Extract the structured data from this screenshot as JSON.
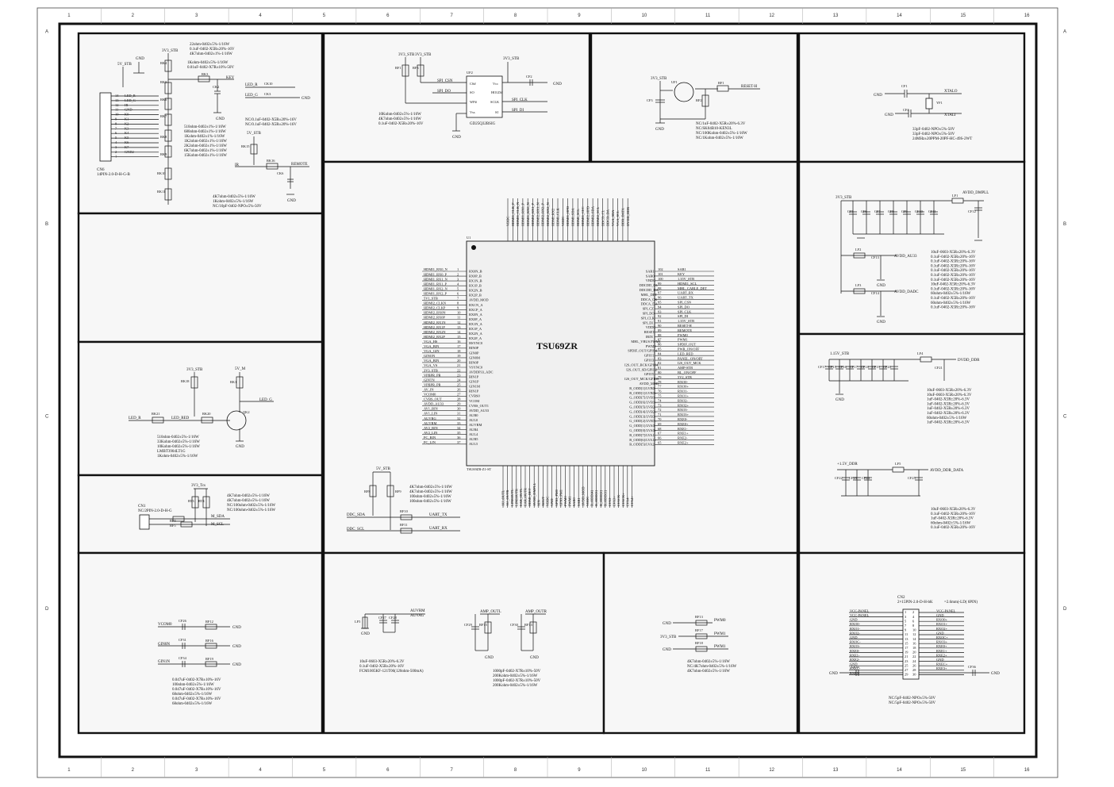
{
  "grid": {
    "columns": [
      "1",
      "2",
      "3",
      "4",
      "5",
      "6",
      "7",
      "8",
      "9",
      "10",
      "11",
      "12",
      "13",
      "14",
      "15",
      "16"
    ],
    "rows": [
      "A",
      "B",
      "C",
      "D"
    ]
  },
  "chip": {
    "name": "TSU69ZR",
    "ref": "U1",
    "part": "TSU69ZR-Z1-ST",
    "left_pins": [
      "HDMI1_RX0_N",
      "HDMI1_RX0_P",
      "HDMI1_RX1_N",
      "HDMI1_RX1_P",
      "HDMI1_RX2_N",
      "HDMI1_RX2_P",
      "5V1_STB",
      "HDMI2_CLKN",
      "HDMI2_CLKP",
      "HDMI2_RX0N",
      "HDMI2_RX0P",
      "HDMI2_RX1N",
      "HDMI2_RX1P",
      "HDMI2_RX2N",
      "HDMI2_RX2P",
      "VGA_HS",
      "VGA_BIN",
      "VGA_GIN",
      "GINON",
      "VGA_BIN",
      "VGA_VS",
      "3V3_STB",
      "VPBPR_PR",
      "GINTN",
      "VPBPR_PR",
      "AV_IN",
      "VCOM0",
      "CVBS_OUT",
      "AVDD_AU33",
      "AV1_RIN",
      "AV1_LIN",
      "AUVRG",
      "AUVRM",
      "AV2_RIN",
      "AV2_LIN",
      "PC_RIN",
      "PC_LIN"
    ],
    "left_nums": [
      "1",
      "2",
      "3",
      "4",
      "5",
      "6",
      "7",
      "8",
      "9",
      "10",
      "11",
      "12",
      "13",
      "14",
      "15",
      "16",
      "17",
      "18",
      "19",
      "20",
      "21",
      "22",
      "23",
      "24",
      "25",
      "26",
      "27",
      "28",
      "29",
      "30",
      "31",
      "32",
      "33",
      "34",
      "35",
      "36",
      "37"
    ],
    "left_inner": [
      "RX0N_B",
      "RX0P_B",
      "RX1N_B",
      "RX1P_B",
      "RX2N_B",
      "RX2P_B",
      "AVDD_MOD",
      "RXCN_A",
      "RXCP_A",
      "RX0N_A",
      "RX0P_A",
      "RX1N_A",
      "RX1P_A",
      "RX2N_A",
      "RX2P_A",
      "HSYNC0",
      "BIN0P",
      "GIN0P",
      "GIN0M",
      "RIN0P",
      "VSYNC0",
      "AVDDP33_ADC",
      "BIN1P",
      "GIN1P",
      "GIN1M",
      "RIN1P",
      "CVBS0",
      "VCOM",
      "CVBS_OUT1",
      "AVDD_AU33",
      "AUR0",
      "AUL0",
      "AUVRM",
      "AUR4",
      "AUL4",
      "AUR5",
      "AUL5"
    ],
    "right_pins": [
      "SAR1",
      "KEY",
      "1.35V_STB",
      "HDMI1_SCL",
      "MHL_CABLE_DET",
      "UART_RX",
      "UART_TX",
      "SPI_CSN",
      "SPI_DO",
      "SPI_CLK",
      "SPI_DI",
      "1.35V_STB",
      "RESET-H",
      "REMOTE",
      "PWM0",
      "PWM1",
      "SPDIF_OUT",
      "PWR_ON/OFF",
      "LED_RED",
      "PANEL_ON/OFF",
      "I2S_OUT_MCK",
      "AMP-STB",
      "BL_ON/OFF",
      "5V2_STB",
      "RXO0-",
      "RXO0+",
      "RXO1-",
      "RXO1+",
      "RXO2-",
      "RXO2+",
      "RXO3-",
      "RXO3+",
      "RXE0-",
      "RXE0+",
      "RXE1-",
      "RXE1+",
      "RXE2-",
      "RXE2+"
    ],
    "right_nums": [
      "102",
      "101",
      "100",
      "99",
      "98",
      "97",
      "96",
      "95",
      "94",
      "93",
      "92",
      "91",
      "90",
      "89",
      "88",
      "87",
      "86",
      "85",
      "84",
      "83",
      "82",
      "81",
      "80",
      "79",
      "78",
      "77",
      "76",
      "75",
      "74",
      "73",
      "72",
      "71",
      "70",
      "69",
      "68",
      "67",
      "66",
      "65"
    ],
    "right_inner": [
      "SAR1",
      "SAR0",
      "VBDC",
      "DDCDD_CL",
      "DDCDD_DA",
      "MHL_DET",
      "DDCA_CK",
      "DDCA_DA",
      "SPI_CZ",
      "SPI_DO",
      "SPI_CLK",
      "SPI_DI",
      "VDDC",
      "RESET",
      "IRIN",
      "MHL_VBUS PWM1",
      "PWM0",
      "SPDIF_OUT/GPIO4",
      "GPIO1",
      "GPIO3",
      "I2S_OUT_BCK/GPIO4",
      "I2S_OUT_SD/GPIO2",
      "GPIO5",
      "I2S_OUT_MCK/GPIO5",
      "AVDD_MOD",
      "R_ODD[1]/LVB0-",
      "R_ODD[1]/LVB0+",
      "G_ODD[7]/LVB1-",
      "G_ODD[6]/LVB1+",
      "G_ODD[5]/LVB2-",
      "G_ODD[4]/LVB2+",
      "G_ODD[3]/LVB3-",
      "G_ODD[2]/LVB3+",
      "G_ODD[1]/LVA0-",
      "G_ODD[0]/LVA0+",
      "B_ODD[7]/LVA1-",
      "B_ODD[6]/LVA1+",
      "B_ODD[5]/LVA2-"
    ],
    "top_pins": [
      "VDDC",
      "HDMI1_CLK_P",
      "HDMI1_CLK_N",
      "HDMI1_RX0_P",
      "HDMI1_RX0_N",
      "HDMI2_RX1_P",
      "HDMI2_RX1_N",
      "HDMI2_RX2_P",
      "HDMI2_RX2_N",
      "HDMI_RX2",
      "HDMI_CLK",
      "VDDC",
      "HDMI1_HPD",
      "HDMI_SDA",
      "HDMI_SCL",
      "HDMI1_CEC",
      "HDMI2_HPD",
      "HDMI2_SDA",
      "HDMI2_SCL",
      "DDCD_CL",
      "DDCD_DA",
      "VGA_SDA",
      "VGA_SCL",
      "DDR_DATA",
      "DVDD_DDR"
    ],
    "bottom_pins": [
      "AU_OUTL",
      "AU_OUTR",
      "LINEOUTL",
      "LINEOUTR",
      "EAR_OUTL",
      "EAR_OUTR",
      "HDMI_DET",
      "AVDD_DMPLL",
      "XIN",
      "XOUT",
      "VDDC",
      "GND",
      "GPIO_PM0",
      "GPIO_PM1",
      "PWM0",
      "PWM1",
      "SAR0",
      "SAR1",
      "AVDD_MOD",
      "VDDC",
      "B_ODD[4]",
      "B_ODD[3]",
      "B_ODD[2]",
      "B_ODD[1]",
      "LVA3-",
      "LVA3+",
      "LVACK-",
      "LVACK+",
      "LVA4-",
      "LVA4+"
    ]
  },
  "key_block": {
    "power": "3V3_STB",
    "power2": "5V_STB",
    "net_key": "KEY",
    "net_ir": "IR",
    "net_remote": "REMOTE",
    "net_led_r": "LED_R",
    "net_led_g": "LED_G",
    "connector": "CN6",
    "connector_part": "14PIN-2.0-D-H-G-B",
    "pins": [
      "14",
      "13",
      "12",
      "11",
      "10",
      "9",
      "8",
      "7",
      "6",
      "5",
      "4",
      "3",
      "2",
      "1"
    ],
    "pin_names": [
      "LED_R",
      "LED_G",
      "IR",
      "GND",
      "K0",
      "K1",
      "K2",
      "K3",
      "K4",
      "K5",
      "K6",
      "K7",
      "GND2",
      ""
    ],
    "notes": [
      "22ohm-0402±5%-1/16W",
      "0.1uF-0402-X5R±20%-16V",
      "4K7ohm-0402±1%-1/16W",
      "1Kohm-0402±5%-1/16W",
      "0.01uF-0402-X7R±10%-50V",
      "510ohm-0402±1%-1/16W",
      "680ohm-0402±1%-1/16W",
      "1Kohm-0402±1%-1/16W",
      "1K2ohm-0402±1%-1/16W",
      "2K2ohm-0402±1%-1/16W",
      "6K7ohm-0402±1%-1/16W",
      "15Kohm-0402±1%-1/16W",
      "4K7ohm-0402±5%-1/16W",
      "1Kohm-0402±5%-1/16W",
      "NC/10pF-0402-NPO±5%-50V",
      "NC/0.1uF-0402-X5R±20%-16V",
      "NC/0.1uF-0402-X5R±20%-16V"
    ],
    "refs": [
      "RK4",
      "RK1",
      "CK1",
      "RK3",
      "CK2",
      "RK2",
      "RK5",
      "RK6",
      "RK7",
      "RK8",
      "RK9",
      "RK10",
      "RK11",
      "RK15",
      "RK16",
      "CK6",
      "CK10",
      "CK3",
      "RK12"
    ]
  },
  "flash_block": {
    "power": "3V3_STB",
    "ref": "UF2",
    "part": "GD25Q32BSIG",
    "pins_left": [
      "CS#",
      "SO",
      "WP#",
      "Vss"
    ],
    "pins_right": [
      "Vcc",
      "HOLD#",
      "SCLK",
      "SI"
    ],
    "nets": [
      "SPI_CSN",
      "SPI_DO",
      "SPI_CLK",
      "SPI_DI"
    ],
    "notes": [
      "10Kohm-0402±5%-1/16W",
      "4K7ohm-0402±5%-1/16W",
      "0.1uF-0402-X5R±20%-16V"
    ],
    "refs": [
      "RF1",
      "RF3",
      "CF2"
    ]
  },
  "reset_block": {
    "power": "3V3_STB",
    "net": "RESET-H",
    "notes": [
      "NC/1uF-0402-X5R±20%-6.3V",
      "NC/SK04B10-KEN3L",
      "NC/100Kohm-0402±5%-1/16W",
      "NC/1Kohm-0402±5%-1/16W"
    ],
    "refs": [
      "UF1",
      "RF1",
      "RF2",
      "CF3"
    ]
  },
  "xtal_block": {
    "nets": [
      "XTALO",
      "XTALI"
    ],
    "notes": [
      "33pF-0402-NPO±5%-50V",
      "33pF-0402-NPO±5%-50V",
      "24MHz±20PPM-20PF-HC-49S-2WT"
    ],
    "refs": [
      "CF1",
      "CF4",
      "YF1"
    ]
  },
  "led_block": {
    "power": "3V3_STB",
    "power2": "5V_M",
    "nets": [
      "LED_G",
      "LED_R",
      "LED_RED"
    ],
    "notes": [
      "510ohm-0402±5%-1/16W",
      "33Kohm-0402±5%-1/16W",
      "10Kohm-0402±5%-1/16W",
      "LMBT3904LT1G",
      "1Kohm-0402±5%-1/16W"
    ],
    "refs": [
      "RK18",
      "RK1",
      "RK21",
      "RK20",
      "QK2"
    ]
  },
  "uart_block": {
    "power": "5V_STB",
    "nets": [
      "DDC_SDA",
      "DDC_SCL",
      "UART_TX",
      "UART_RX"
    ],
    "notes": [
      "4K7ohm-0402±5%-1/16W",
      "4K7ohm-0402±5%-1/16W",
      "100ohm-0402±5%-1/16W",
      "100ohm-0402±5%-1/16W"
    ],
    "refs": [
      "RF8",
      "RF9",
      "RF10",
      "RF11"
    ]
  },
  "i2c_block": {
    "power": "3V3_Tcs",
    "connector": "CN1",
    "connector_part": "NC/2PIN-2.0-D-H-G",
    "nets": [
      "M_SDA",
      "M_SCL"
    ],
    "notes": [
      "4K7ohm-0402±5%-1/16W",
      "4K7ohm-0402±5%-1/16W",
      "NC/100ohm-0402±5%-1/16W",
      "NC/100ohm-0402±5%-1/16W"
    ],
    "refs": [
      "RT3",
      "RT4",
      "RF4",
      "RF5"
    ]
  },
  "vcom_block": {
    "nets": [
      "VCOM0",
      "GIN0N",
      "GIN1N"
    ],
    "notes": [
      "0.047uF-0402-X7R±10%-16V",
      "100ohm-0402±5%-1/16W",
      "0.047uF-0402-X7R±10%-16V",
      "68ohm-0402±5%-1/16W",
      "0.047uF-0402-X7R±10%-16V",
      "68ohm-0402±5%-1/16W"
    ],
    "refs": [
      "CF26",
      "RF12",
      "CF31",
      "RF16",
      "CF34",
      "RF19"
    ]
  },
  "audio_block": {
    "nets": [
      "AUVRM",
      "AUVAG",
      "AMP_OUTL",
      "AMP_OUTR"
    ],
    "notes_left": [
      "10uF-0603-X5R±20%-6.3V",
      "0.1uF-0402-X5R±20%-16V",
      "FCM1005KF-121T06(120ohm-500mA)"
    ],
    "notes_right": [
      "1000pF-0402-X7R±10%-50V",
      "200Kohm-0402±5%-1/16W",
      "1000pF-0402-X7R±10%-50V",
      "200Kohm-0402±5%-1/16W"
    ],
    "refs": [
      "LF5",
      "CF27",
      "CF28",
      "CF29",
      "RF15",
      "CF30",
      "RF13"
    ]
  },
  "pwm_block": {
    "power": "3V3_STB",
    "nets": [
      "PWM0",
      "PWM1",
      "PWM1"
    ],
    "notes": [
      "4K7ohm-0402±5%-1/16W",
      "NC/4K7ohm-0402±5%-1/16W",
      "4K7ohm-0402±5%-1/16W"
    ],
    "refs": [
      "RF13",
      "RF17",
      "RF18"
    ]
  },
  "dmpll_block": {
    "power": "3V3_STB",
    "nets": [
      "AVDD_DMPLL",
      "AVDD_AU33",
      "AVDD_DADC"
    ],
    "notes": [
      "10uF-0603-X5R±20%-6.3V",
      "0.1uF-0402-X5R±20%-16V",
      "0.1uF-0402-X5R±20%-16V",
      "0.1uF-0402-X5R±20%-16V",
      "0.1uF-0402-X5R±20%-16V",
      "0.1uF-0402-X5R±20%-16V",
      "0.1uF-0402-X5R±20%-16V",
      "10uF-0402-X5R±20%-6.3V",
      "0.1uF-0402-X5R±20%-16V",
      "60ohm-0402±5%-1/16W",
      "0.1uF-0402-X5R±20%-16V",
      "60ohm-0402±5%-1/16W",
      "0.1uF-0402-X5R±20%-16V"
    ],
    "refs": [
      "CF5",
      "CF6",
      "CF7",
      "CF8",
      "CF9",
      "CF10",
      "CF11",
      "CF12",
      "LF1",
      "LF2",
      "CF13",
      "LF3",
      "CF14"
    ]
  },
  "ddr_block": {
    "power": "1.15V_STB",
    "net": "DVDD_DDR",
    "notes": [
      "10uF-0603-X5R±20%-6.3V",
      "10uF-0603-X5R±20%-6.3V",
      "1uF-0402-X5R±20%-6.3V",
      "1uF-0402-X5R±20%-6.3V",
      "1uF-0402-X5R±20%-6.3V",
      "1uF-0402-X5R±20%-6.3V",
      "60ohm-0402±5%-1/16W",
      "1uF-0402-X5R±20%-6.3V"
    ],
    "refs": [
      "CF17",
      "CF15",
      "CF16",
      "CF17",
      "CF18",
      "CF19",
      "CF20",
      "LF4",
      "CF21"
    ]
  },
  "ddr_data_block": {
    "power": "+1.5V_DDR",
    "net": "AVDD_DDR_DATA",
    "notes": [
      "10uF-0603-X5R±20%-6.3V",
      "0.1uF-0402-X5R±20%-16V",
      "1uF-0402-X5R±20%-6.3V",
      "60ohm-0402±5%-1/16W",
      "0.1uF-0402-X5R±20%-16V"
    ],
    "refs": [
      "CF22",
      "CF23",
      "CF24",
      "LF5",
      "CF25"
    ]
  },
  "panel_block": {
    "connector": "CN2",
    "connector_part": "2×15PIN-2.0-D-H-bK",
    "connector_note": "=2.6mm(-LD(  6PIN)",
    "left_nets": [
      "VCC-PANEL",
      "VCC-PANEL",
      "GND",
      "RXO0-",
      "RXO1-",
      "RXO2-",
      "GND",
      "RXOC-",
      "RXO3-",
      "RXE0-",
      "RXE1-",
      "RXE2-",
      "GND",
      "RXEC-",
      "RXE3-"
    ],
    "right_nets": [
      "VCC-PANEL",
      "GND",
      "RXO0+",
      "RXO1+",
      "RXO2+",
      "GND",
      "RXOC+",
      "RXO3+",
      "RXE0+",
      "RXE1+",
      "RXE2+",
      "GND",
      "RXEC+",
      "RXE3+",
      ""
    ],
    "notes": [
      "NC/5pF-0402-NPO±5%-50V",
      "NC/5pF-0402-NPO±5%-50V"
    ],
    "refs": [
      "CF35",
      "CF36"
    ]
  },
  "gnd_label": "GND"
}
